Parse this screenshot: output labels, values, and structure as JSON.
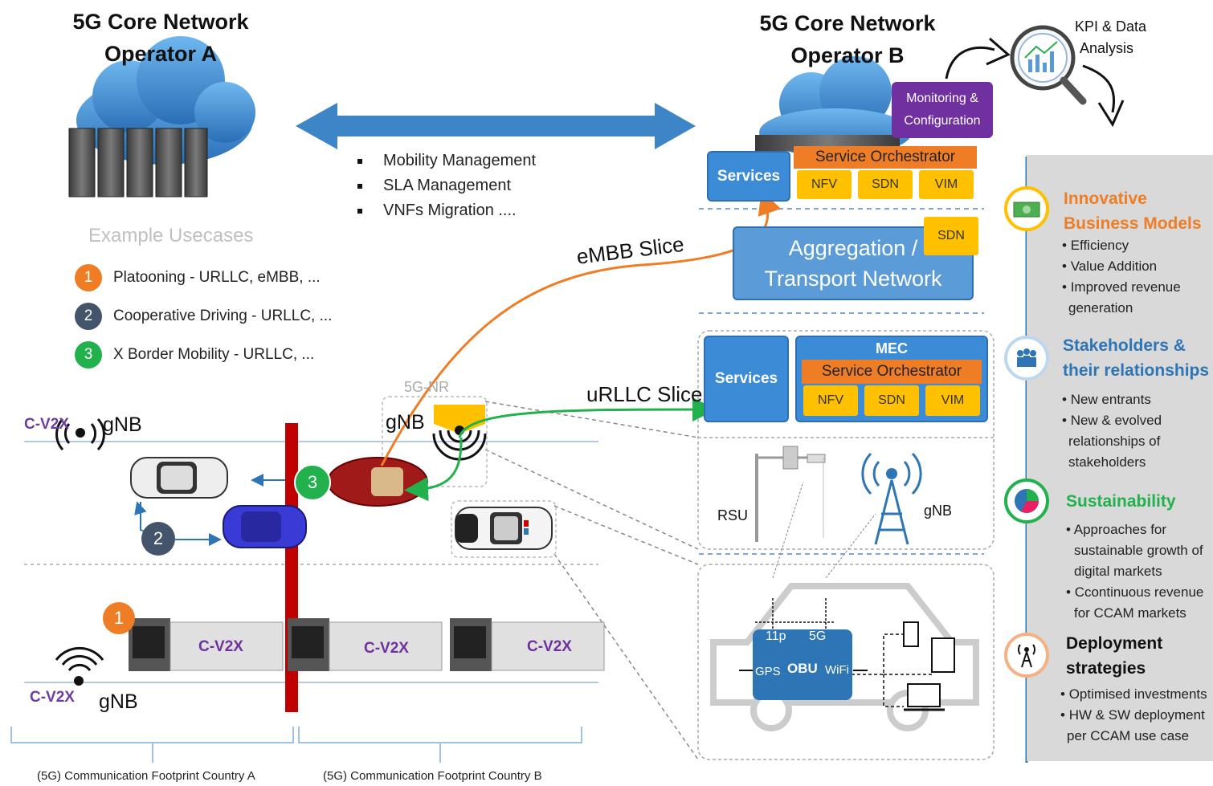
{
  "operator_a": {
    "title_line1": "5G Core Network",
    "title_line2": "Operator A"
  },
  "operator_b": {
    "title_line1": "5G Core Network",
    "title_line2": "Operator B"
  },
  "kpi": {
    "line1": "KPI & Data",
    "line2": "Analysis"
  },
  "monitoring": {
    "line1": "Monitoring &",
    "line2": "Configuration"
  },
  "arrow_bullets": [
    "Mobility Management",
    "SLA Management",
    "VNFs Migration ...."
  ],
  "usecases_title": "Example Usecases",
  "usecases": [
    {
      "num": "1",
      "text": "Platooning - URLLC, eMBB, ...",
      "color": "#ee7d25"
    },
    {
      "num": "2",
      "text": "Cooperative Driving  - URLLC, ...",
      "color": "#44546a"
    },
    {
      "num": "3",
      "text": "X Border Mobility  - URLLC, ...",
      "color": "#22b14c"
    }
  ],
  "core_b": {
    "services": "Services",
    "service_orchestrator": "Service Orchestrator",
    "nfv": "NFV",
    "sdn": "SDN",
    "vim": "VIM"
  },
  "aggregation": {
    "line1": "Aggregation /",
    "line2": "Transport Network",
    "sdn": "SDN"
  },
  "mec_block": {
    "services": "Services",
    "mec": "MEC",
    "service_orchestrator": "Service Orchestrator",
    "nfv": "NFV",
    "sdn": "SDN",
    "vim": "VIM"
  },
  "slices": {
    "embb": "eMBB Slice",
    "urllc": "uRLLC Slice"
  },
  "radio": {
    "rsu": "RSU",
    "gnb": "gNB",
    "nr": "5G-NR"
  },
  "obu": {
    "obu": "OBU",
    "p11": "11p",
    "g5": "5G",
    "gps": "GPS",
    "wifi": "WiFi"
  },
  "road": {
    "cv2x": "C-V2X",
    "gnb": "gNB",
    "truck_label": "C-V2X",
    "marker1": "1",
    "marker2": "2",
    "marker3": "3"
  },
  "footprints": {
    "country_a": "(5G) Communication Footprint Country A",
    "country_b": "(5G) Communication Footprint Country B"
  },
  "sidebar": {
    "sections": [
      {
        "head1": "Innovative",
        "head2": "Business Models",
        "color": "#ee7d25",
        "items": [
          "Efficiency",
          "Value Addition",
          "Improved revenue generation"
        ]
      },
      {
        "head1": "Stakeholders &",
        "head2": "their relationships",
        "color": "#2e75b6",
        "items": [
          "New entrants",
          "New & evolved relationships of stakeholders"
        ]
      },
      {
        "head1": "Sustainability",
        "head2": "",
        "color": "#22b14c",
        "items": [
          "Approaches for sustainable growth of digital markets",
          "Ccontinuous revenue for CCAM markets"
        ]
      },
      {
        "head1": "Deployment",
        "head2": "strategies",
        "color": "#111111",
        "items": [
          "Optimised investments",
          "HW & SW deployment per CCAM use case"
        ]
      }
    ]
  }
}
